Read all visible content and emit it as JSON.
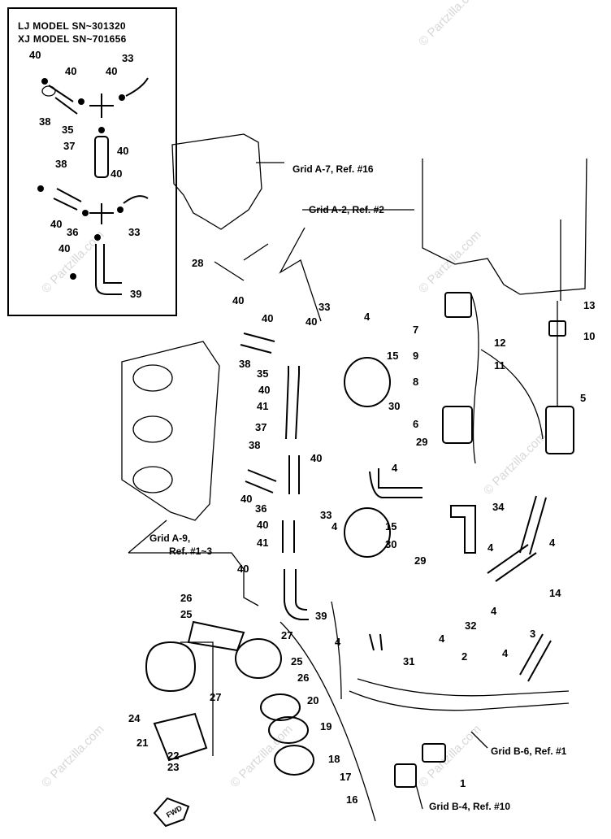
{
  "inset": {
    "line1": "LJ MODEL SN~301320",
    "line2": "XJ MODEL SN~701656"
  },
  "callouts": {
    "grid_a7": "Grid A-7, Ref. #16",
    "grid_a2": "Grid A-2, Ref. #2",
    "grid_a9_line1": "Grid A-9,",
    "grid_a9_line2": "Ref. #1~3",
    "grid_b6": "Grid B-6, Ref. #1",
    "grid_b4": "Grid B-4, Ref. #10"
  },
  "fwd_label": "FWD",
  "watermark": "© Partzilla.com",
  "part_labels": [
    {
      "id": "i40a",
      "text": "40"
    },
    {
      "id": "i40b",
      "text": "40"
    },
    {
      "id": "i33a",
      "text": "33"
    },
    {
      "id": "i40c",
      "text": "40"
    },
    {
      "id": "i38a",
      "text": "38"
    },
    {
      "id": "i35",
      "text": "35"
    },
    {
      "id": "i40d",
      "text": "40"
    },
    {
      "id": "i37",
      "text": "37"
    },
    {
      "id": "i38b",
      "text": "38"
    },
    {
      "id": "i40e",
      "text": "40"
    },
    {
      "id": "i40f",
      "text": "40"
    },
    {
      "id": "i36",
      "text": "36"
    },
    {
      "id": "i33b",
      "text": "33"
    },
    {
      "id": "i40g",
      "text": "40"
    },
    {
      "id": "i39",
      "text": "39"
    },
    {
      "id": "m28",
      "text": "28"
    },
    {
      "id": "m40a",
      "text": "40"
    },
    {
      "id": "m40b",
      "text": "40"
    },
    {
      "id": "m40c",
      "text": "40"
    },
    {
      "id": "m33a",
      "text": "33"
    },
    {
      "id": "m38a",
      "text": "38"
    },
    {
      "id": "m35",
      "text": "35"
    },
    {
      "id": "m40d",
      "text": "40"
    },
    {
      "id": "m41a",
      "text": "41"
    },
    {
      "id": "m37",
      "text": "37"
    },
    {
      "id": "m38b",
      "text": "38"
    },
    {
      "id": "m40e",
      "text": "40"
    },
    {
      "id": "m40f",
      "text": "40"
    },
    {
      "id": "m36",
      "text": "36"
    },
    {
      "id": "m33b",
      "text": "33"
    },
    {
      "id": "m40g",
      "text": "40"
    },
    {
      "id": "m41b",
      "text": "41"
    },
    {
      "id": "m40h",
      "text": "40"
    },
    {
      "id": "m39",
      "text": "39"
    },
    {
      "id": "m4a",
      "text": "4"
    },
    {
      "id": "m15a",
      "text": "15"
    },
    {
      "id": "m30a",
      "text": "30"
    },
    {
      "id": "m29a",
      "text": "29"
    },
    {
      "id": "m4b",
      "text": "4"
    },
    {
      "id": "m4c",
      "text": "4"
    },
    {
      "id": "m15b",
      "text": "15"
    },
    {
      "id": "m30b",
      "text": "30"
    },
    {
      "id": "m29b",
      "text": "29"
    },
    {
      "id": "m7",
      "text": "7"
    },
    {
      "id": "m9",
      "text": "9"
    },
    {
      "id": "m8",
      "text": "8"
    },
    {
      "id": "m6",
      "text": "6"
    },
    {
      "id": "m13",
      "text": "13"
    },
    {
      "id": "m12",
      "text": "12"
    },
    {
      "id": "m10",
      "text": "10"
    },
    {
      "id": "m11",
      "text": "11"
    },
    {
      "id": "m5",
      "text": "5"
    },
    {
      "id": "m34",
      "text": "34"
    },
    {
      "id": "m4d",
      "text": "4"
    },
    {
      "id": "m4e",
      "text": "4"
    },
    {
      "id": "m14",
      "text": "14"
    },
    {
      "id": "m4f",
      "text": "4"
    },
    {
      "id": "m4g",
      "text": "4"
    },
    {
      "id": "m32",
      "text": "32"
    },
    {
      "id": "m4h",
      "text": "4"
    },
    {
      "id": "m31",
      "text": "31"
    },
    {
      "id": "m2",
      "text": "2"
    },
    {
      "id": "m3",
      "text": "3"
    },
    {
      "id": "m4i",
      "text": "4"
    },
    {
      "id": "m1",
      "text": "1"
    },
    {
      "id": "m26a",
      "text": "26"
    },
    {
      "id": "m25a",
      "text": "25"
    },
    {
      "id": "m27a",
      "text": "27"
    },
    {
      "id": "m25b",
      "text": "25"
    },
    {
      "id": "m26b",
      "text": "26"
    },
    {
      "id": "m27b",
      "text": "27"
    },
    {
      "id": "m20",
      "text": "20"
    },
    {
      "id": "m24",
      "text": "24"
    },
    {
      "id": "m19",
      "text": "19"
    },
    {
      "id": "m21",
      "text": "21"
    },
    {
      "id": "m22",
      "text": "22"
    },
    {
      "id": "m23",
      "text": "23"
    },
    {
      "id": "m18",
      "text": "18"
    },
    {
      "id": "m17",
      "text": "17"
    },
    {
      "id": "m16",
      "text": "16"
    }
  ]
}
